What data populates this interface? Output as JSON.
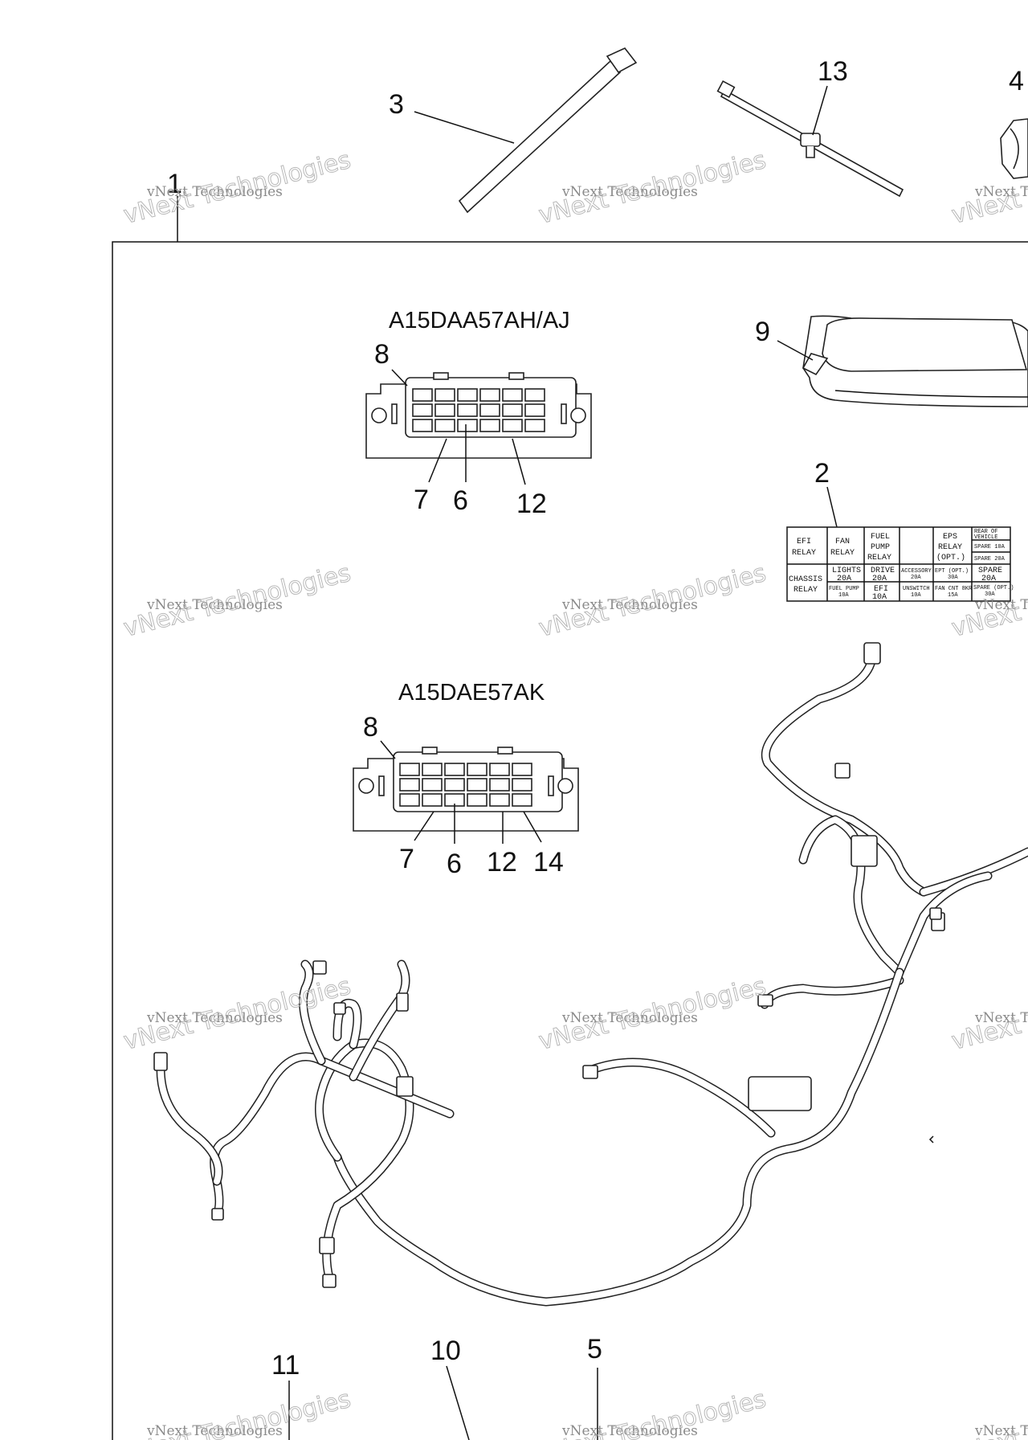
{
  "callouts": {
    "n1": "1",
    "n2": "2",
    "n3": "3",
    "n4": "4",
    "n5": "5",
    "n6a": "6",
    "n6b": "6",
    "n7a": "7",
    "n7b": "7",
    "n8a": "8",
    "n8b": "8",
    "n9": "9",
    "n10": "10",
    "n11": "11",
    "n12a": "12",
    "n12b": "12",
    "n13": "13",
    "n14": "14"
  },
  "fuse_box_titles": {
    "top": "A15DAA57AH/AJ",
    "bottom": "A15DAE57AK"
  },
  "label_decal": {
    "efi_relay": [
      "EFI",
      "RELAY"
    ],
    "fan_relay": [
      "FAN",
      "RELAY"
    ],
    "fuel_pump_relay": [
      "FUEL",
      "PUMP",
      "RELAY"
    ],
    "eps_relay": [
      "EPS",
      "RELAY",
      "(OPT.)"
    ],
    "rear_of_vehicle": [
      "REAR OF",
      "VEHICLE"
    ],
    "spare_10a": "SPARE 10A",
    "spare_20a_top": "SPARE 20A",
    "chassis_relay": [
      "CHASSIS",
      "RELAY"
    ],
    "lights": [
      "LIGHTS",
      "20A"
    ],
    "drive": [
      "DRIVE",
      "20A"
    ],
    "accessory": [
      "ACCESSORY",
      "20A"
    ],
    "ept": [
      "EPT (OPT.)",
      "30A"
    ],
    "spare_20a": [
      "SPARE",
      "20A"
    ],
    "fuel_pump": [
      "FUEL PUMP",
      "10A"
    ],
    "efi": [
      "EFI",
      "10A"
    ],
    "unswitch": [
      "UNSWITCH",
      "10A"
    ],
    "fan_cnt": [
      "FAN CNT 8KR",
      "15A"
    ],
    "spare_opt": [
      "SPARE (OPT.)",
      "30A"
    ]
  },
  "watermark": {
    "line": "vNext Technologies",
    "big": "vNext Technologies"
  }
}
